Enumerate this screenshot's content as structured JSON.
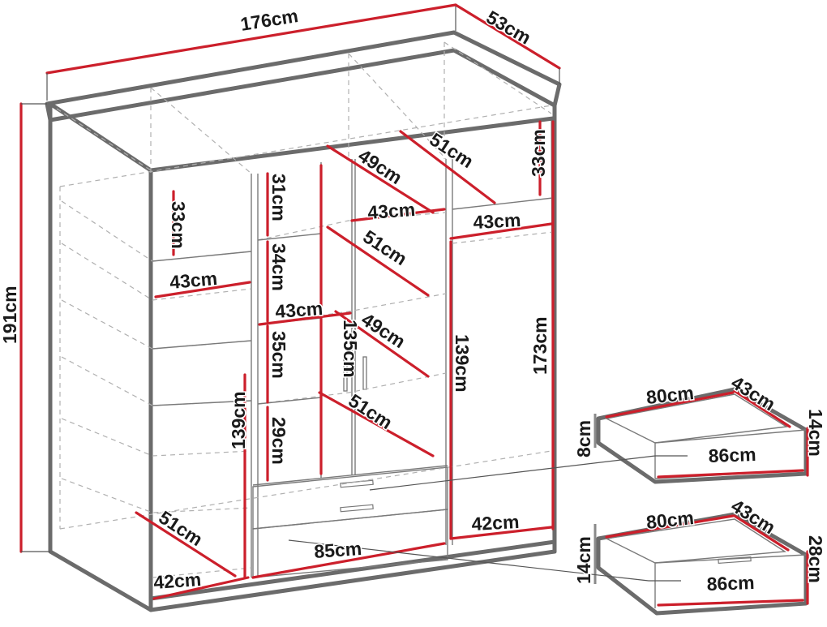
{
  "dimensions": {
    "width": "176cm",
    "depth": "53cm",
    "height": "191cm",
    "shelf_depth_33_a": "33cm",
    "shelf_depth_33_b": "33cm",
    "width_43_left": "43cm",
    "height_31": "31cm",
    "height_34": "34cm",
    "height_35": "35cm",
    "height_29": "29cm",
    "width_43_mid": "43cm",
    "width_43_mid_top": "43cm",
    "depth_49_top": "49cm",
    "depth_51_top": "51cm",
    "depth_51_mid": "51cm",
    "depth_49_mid": "49cm",
    "depth_51_low": "51cm",
    "height_135": "135cm",
    "height_139_left": "139cm",
    "height_139_right": "139cm",
    "height_173": "173cm",
    "width_43_right": "43cm",
    "width_42_right": "42cm",
    "depth_51_bottom": "51cm",
    "width_42_left": "42cm",
    "width_85": "85cm"
  },
  "drawer_small": {
    "inner_width": "80cm",
    "depth": "43cm",
    "front_height": "14cm",
    "inner_height": "8cm",
    "front_width": "86cm"
  },
  "drawer_large": {
    "inner_width": "80cm",
    "depth": "43cm",
    "front_height": "28cm",
    "inner_height": "14cm",
    "front_width": "86cm"
  }
}
